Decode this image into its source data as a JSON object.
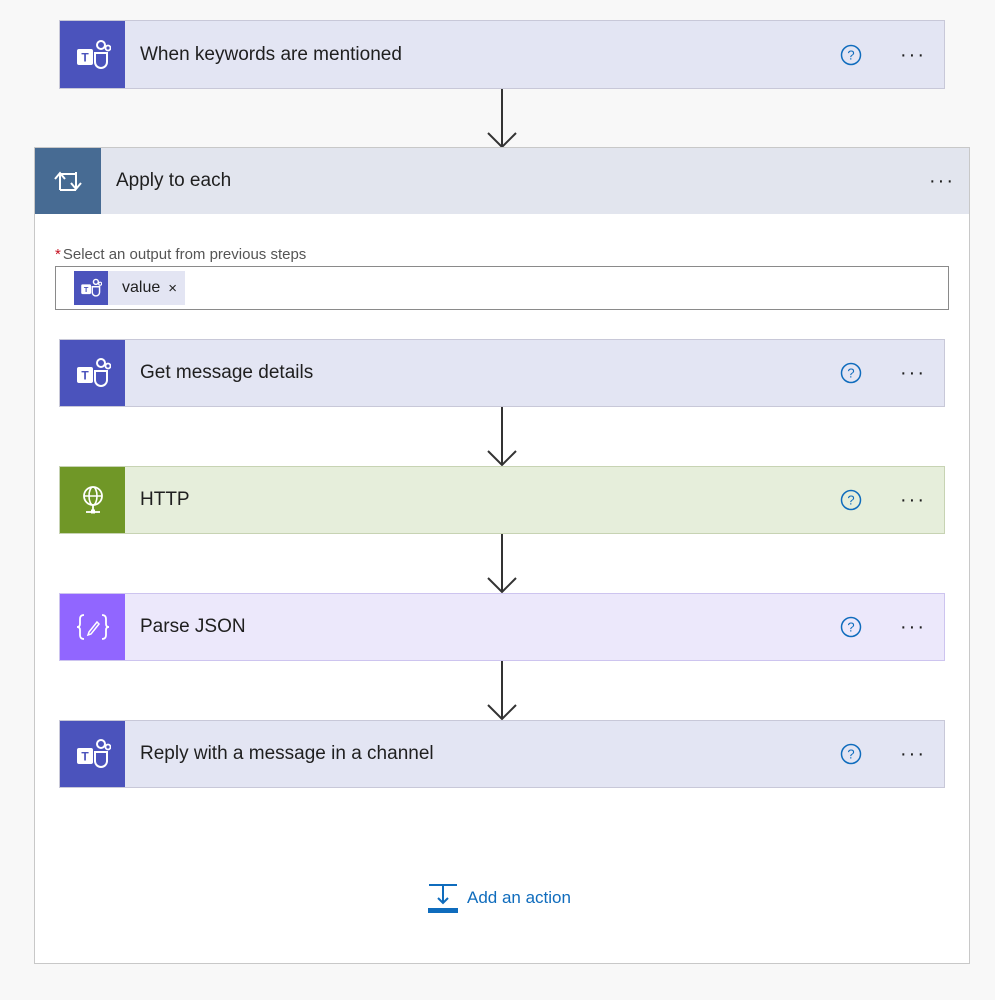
{
  "trigger": {
    "title": "When keywords are mentioned",
    "icon": "teams-icon"
  },
  "loop": {
    "title": "Apply to each",
    "icon": "loop-icon",
    "field_label": "Select an output from previous steps",
    "required_mark": "*",
    "token": {
      "label": "value",
      "remove": "×",
      "icon": "teams-icon"
    }
  },
  "actions": [
    {
      "title": "Get message details",
      "icon": "teams-icon"
    },
    {
      "title": "HTTP",
      "icon": "globe-icon"
    },
    {
      "title": "Parse JSON",
      "icon": "json-braces-icon"
    },
    {
      "title": "Reply with a message in a channel",
      "icon": "teams-icon"
    }
  ],
  "more_label": "···",
  "add_action": {
    "label": "Add an action",
    "icon": "add-action-icon"
  },
  "colors": {
    "teams": "#4b53bc",
    "http": "#709727",
    "json": "#9166ff",
    "loop": "#476b93",
    "link": "#0f6cbd"
  }
}
